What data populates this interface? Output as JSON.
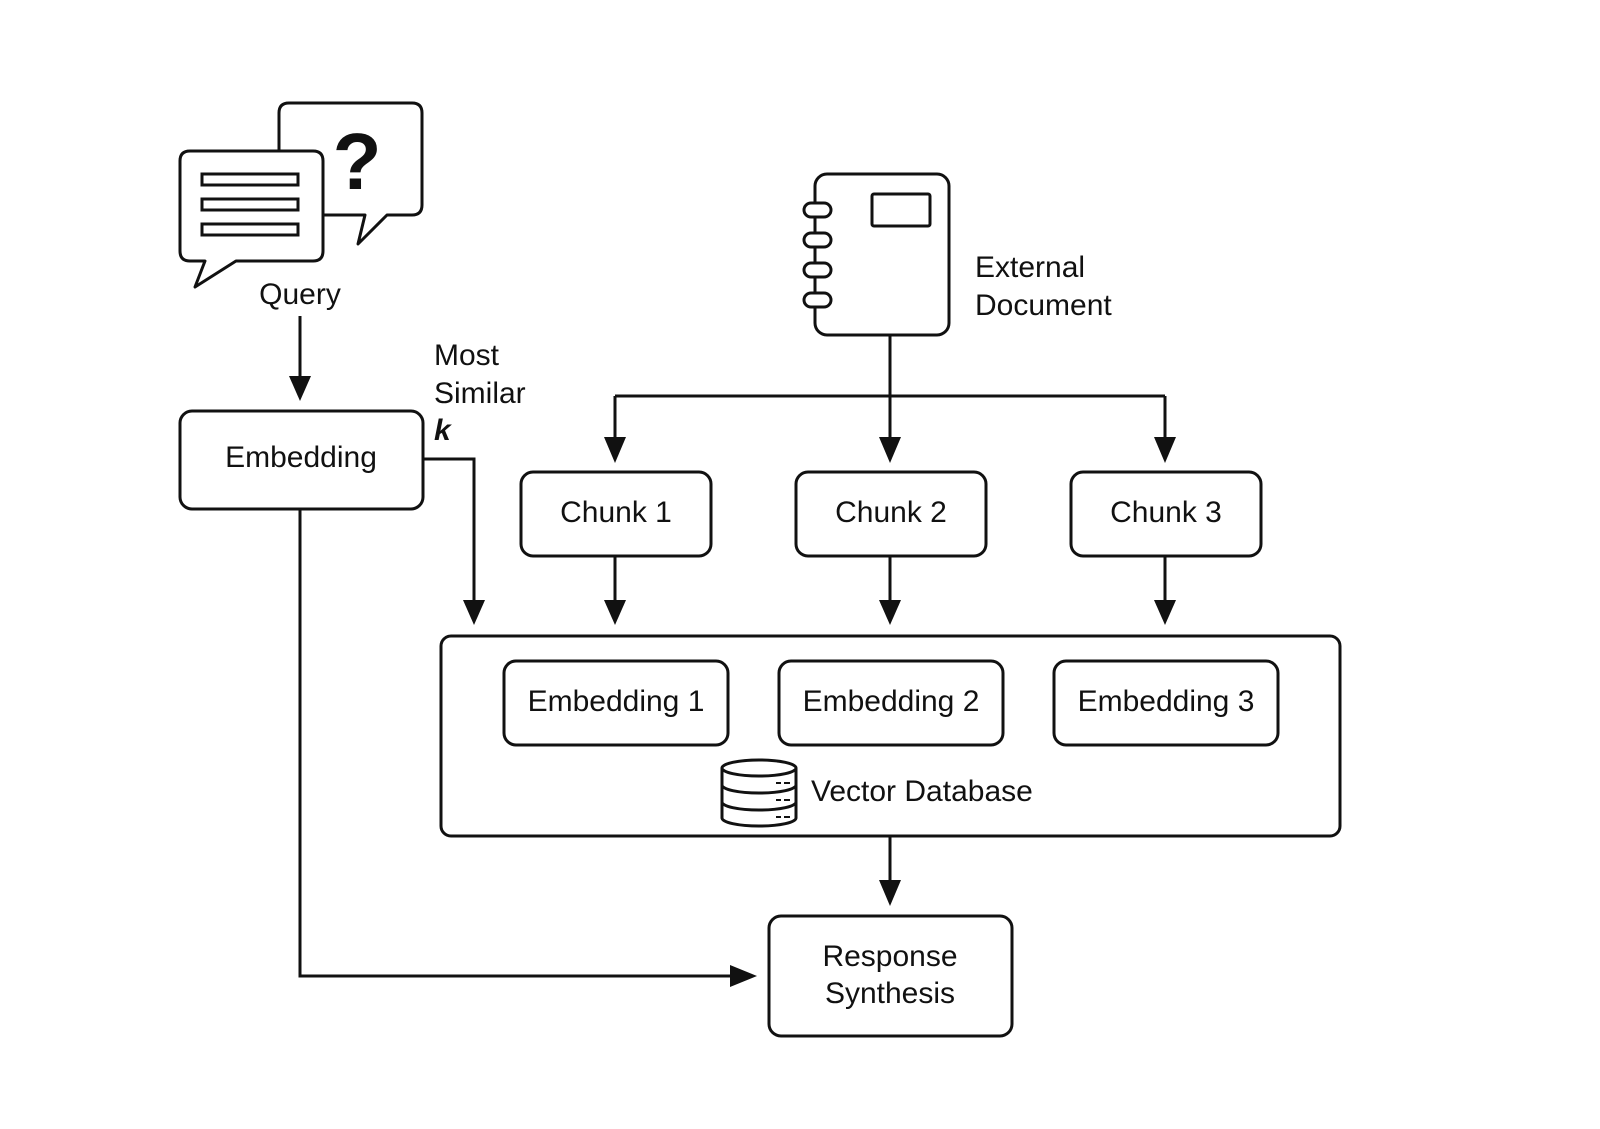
{
  "query": {
    "label": "Query",
    "icon": "chat-bubbles-question-icon"
  },
  "query_embedding": {
    "label": "Embedding"
  },
  "retrieval": {
    "line1": "Most",
    "line2": "Similar",
    "k": "k"
  },
  "external_document": {
    "line1": "External",
    "line2": "Document",
    "icon": "notebook-icon"
  },
  "chunks": [
    "Chunk 1",
    "Chunk 2",
    "Chunk 3"
  ],
  "embeddings": [
    "Embedding 1",
    "Embedding 2",
    "Embedding 3"
  ],
  "vector_database": {
    "label": "Vector Database",
    "icon": "database-icon"
  },
  "response": {
    "line1": "Response",
    "line2": "Synthesis"
  }
}
